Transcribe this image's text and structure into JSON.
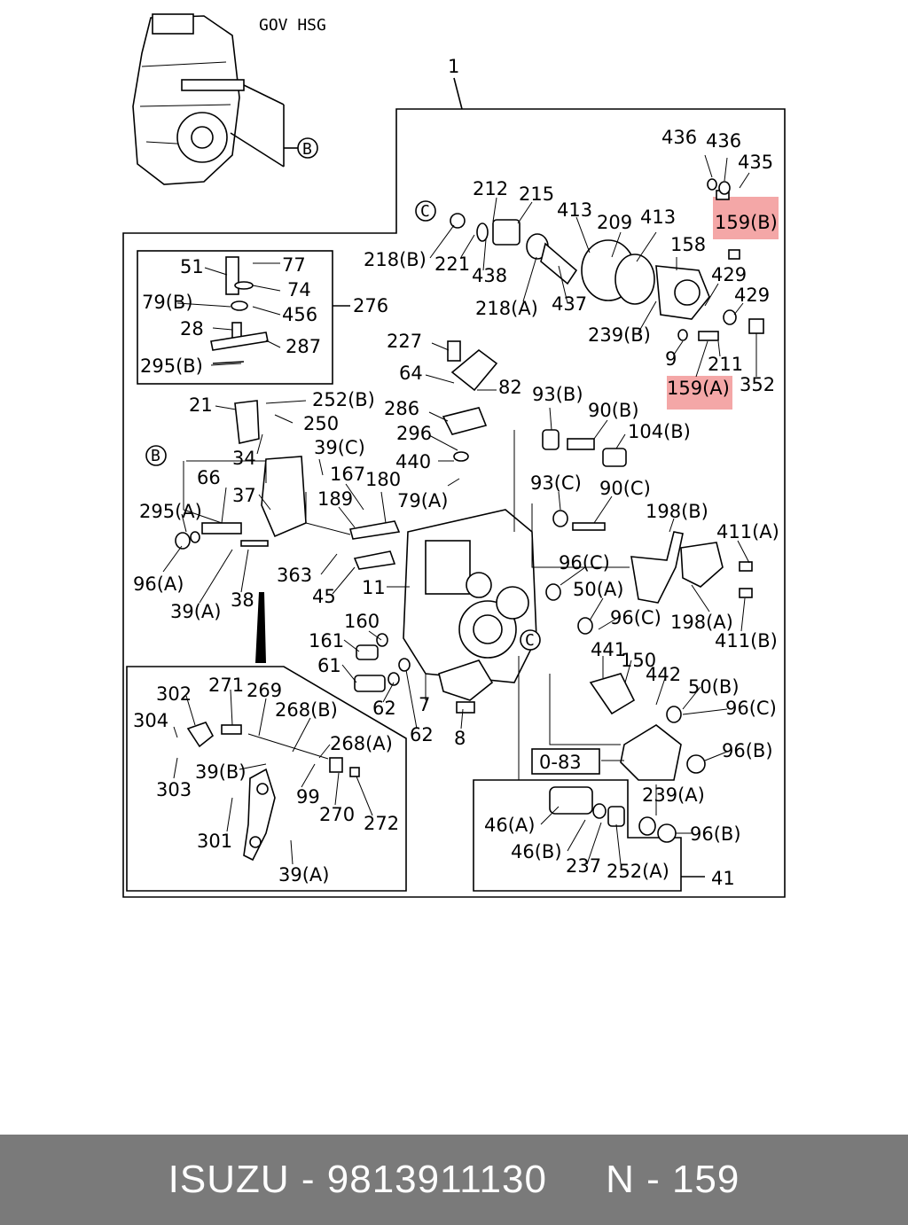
{
  "diagram": {
    "inset_caption": "GOV HSG",
    "callout_circle_labels": [
      "B",
      "B",
      "C",
      "C"
    ],
    "highlighted_parts": [
      "159(B)",
      "159(A)"
    ],
    "box_label": "0-83",
    "part_labels": [
      "1",
      "436",
      "436",
      "435",
      "159(B)",
      "212",
      "215",
      "413",
      "209",
      "413",
      "158",
      "218(B)",
      "221",
      "438",
      "218(A)",
      "437",
      "239(B)",
      "429",
      "429",
      "9",
      "211",
      "159(A)",
      "352",
      "51",
      "77",
      "74",
      "79(B)",
      "456",
      "276",
      "28",
      "287",
      "295(B)",
      "227",
      "64",
      "82",
      "21",
      "252(B)",
      "250",
      "286",
      "296",
      "440",
      "79(A)",
      "93(B)",
      "90(B)",
      "104(B)",
      "34",
      "66",
      "37",
      "39(C)",
      "167",
      "180",
      "189",
      "295(A)",
      "96(A)",
      "39(A)",
      "38",
      "363",
      "45",
      "11",
      "93(C)",
      "90(C)",
      "198(B)",
      "411(A)",
      "96(C)",
      "50(A)",
      "96(C)",
      "198(A)",
      "411(B)",
      "160",
      "161",
      "61",
      "62",
      "62",
      "7",
      "8",
      "441",
      "150",
      "442",
      "50(B)",
      "96(C)",
      "96(B)",
      "302",
      "271",
      "269",
      "268(B)",
      "304",
      "268(A)",
      "303",
      "39(B)",
      "99",
      "270",
      "272",
      "301",
      "39(A)",
      "239(A)",
      "46(A)",
      "46(B)",
      "237",
      "252(A)",
      "96(B)",
      "41"
    ]
  },
  "footer": {
    "brand": "ISUZU",
    "separator": " - ",
    "part_number": "9813911130",
    "ref": "N - 159"
  }
}
